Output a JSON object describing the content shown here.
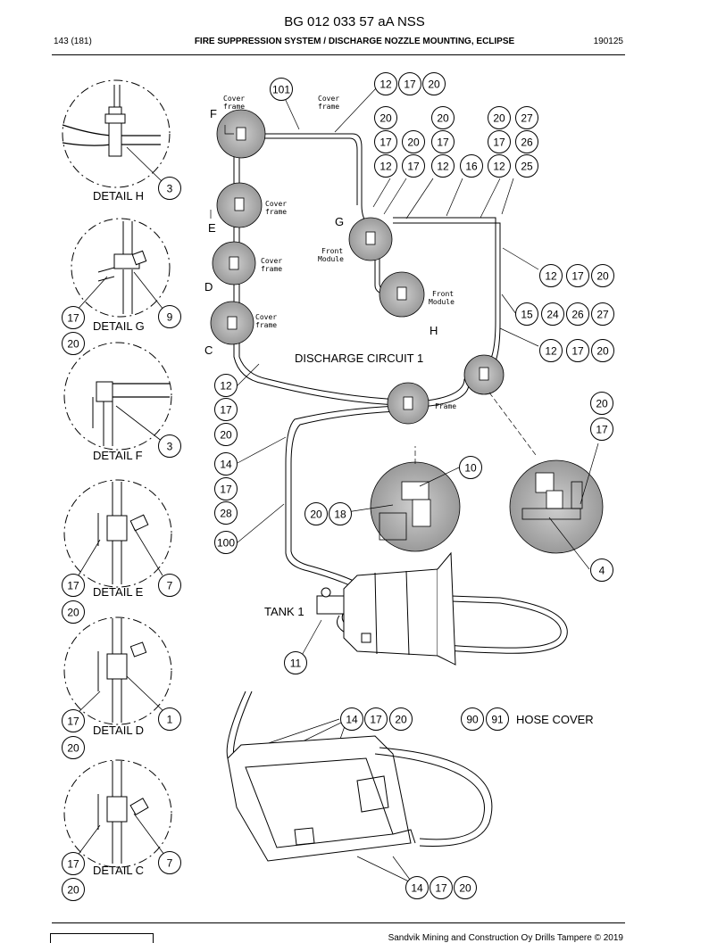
{
  "header": {
    "doc_id": "BG 012 033 57 aA NSS",
    "page": "143 (181)",
    "section": "FIRE SUPPRESSION SYSTEM / DISCHARGE NOZZLE MOUNTING, ECLIPSE",
    "revision": "190125"
  },
  "footer": {
    "copyright": "Sandvik Mining and Construction Oy Drills Tampere © 2019"
  },
  "labels": {
    "detail_h": "DETAIL H",
    "detail_g": "DETAIL G",
    "detail_f": "DETAIL F",
    "detail_e": "DETAIL E",
    "detail_d": "DETAIL D",
    "detail_c": "DETAIL C",
    "circuit": "DISCHARGE CIRCUIT 1",
    "tank": "TANK 1",
    "hose_cover": "HOSE COVER",
    "letter_f": "F",
    "letter_e": "E",
    "letter_d": "D",
    "letter_c": "C",
    "letter_g": "G",
    "letter_h": "H"
  },
  "drawing_notes": {
    "cover_frame": [
      "Cover",
      "frame"
    ],
    "front_module": [
      "Front",
      "Module"
    ],
    "frame": "Frame"
  },
  "callouts": {
    "c101": "101",
    "c12": "12",
    "c17": "17",
    "c20": "20",
    "c27": "27",
    "c26": "26",
    "c25": "25",
    "c16": "16",
    "c15": "15",
    "c24": "24",
    "c3": "3",
    "c9": "9",
    "c7": "7",
    "c1": "1",
    "c10": "10",
    "c18": "18",
    "c14": "14",
    "c28": "28",
    "c100": "100",
    "c4": "4",
    "c11": "11",
    "c90": "90",
    "c91": "91"
  }
}
